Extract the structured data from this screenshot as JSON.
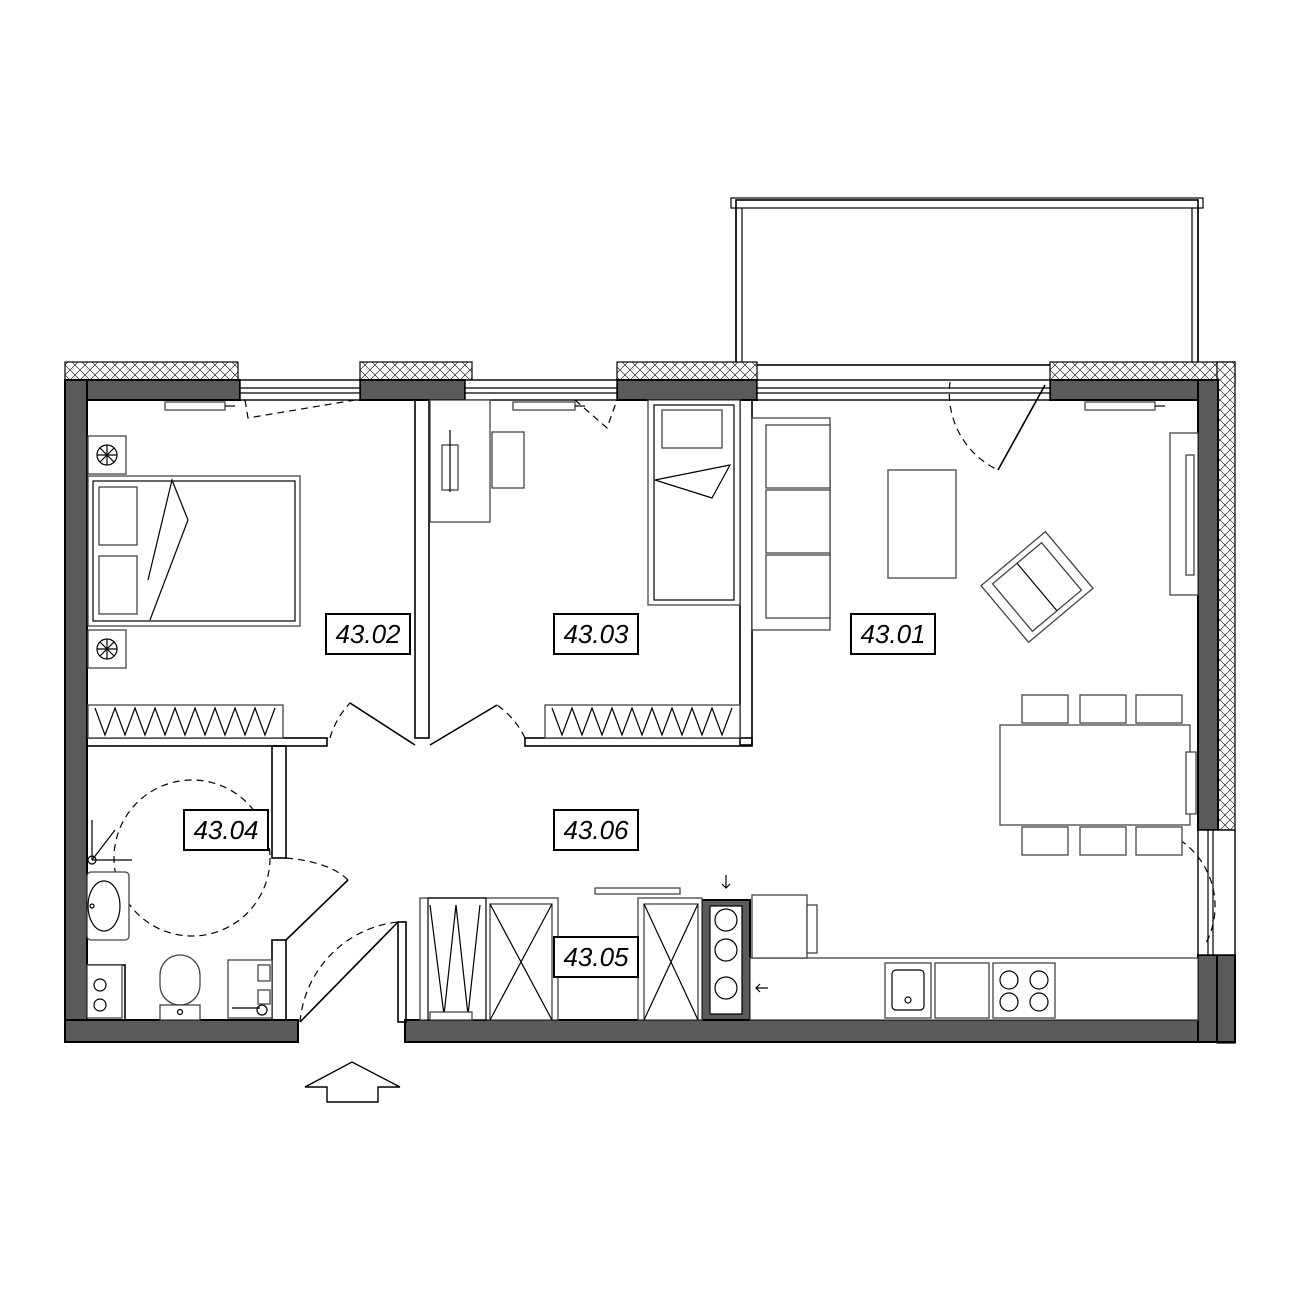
{
  "rooms": [
    {
      "id": "living",
      "label": "43.01"
    },
    {
      "id": "bedroom-1",
      "label": "43.02"
    },
    {
      "id": "bedroom-2",
      "label": "43.03"
    },
    {
      "id": "bathroom",
      "label": "43.04"
    },
    {
      "id": "storage",
      "label": "43.05"
    },
    {
      "id": "hall",
      "label": "43.06"
    }
  ],
  "colors": {
    "wall": "#5a5a5a",
    "line": "#000000",
    "background": "#ffffff"
  },
  "icons": [
    "entrance-arrow-icon",
    "fan-icon",
    "sink-icon",
    "stove-icon",
    "toilet-icon",
    "radiator-icon"
  ]
}
